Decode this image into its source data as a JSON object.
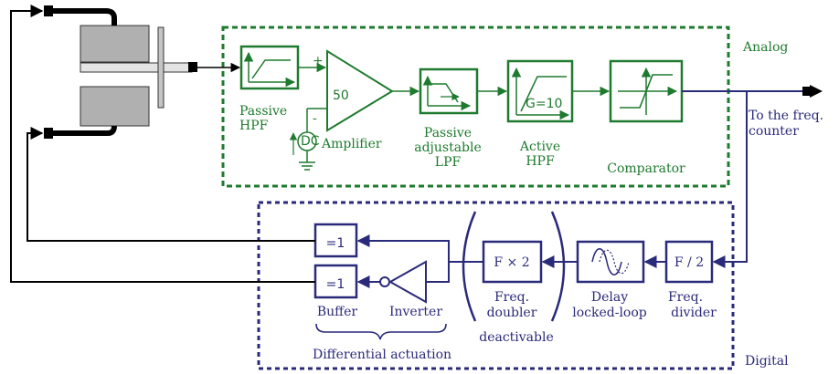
{
  "sections": {
    "analog_label": "Analog",
    "digital_label": "Digital"
  },
  "analog": {
    "passive_hpf": [
      "Passive",
      "HPF"
    ],
    "amplifier_gain": "50",
    "amplifier_label": "Amplifier",
    "plus_sign": "+",
    "minus_sign": "-",
    "dc_source": "DC",
    "passive_lpf": [
      "Passive",
      "adjustable",
      "LPF"
    ],
    "active_hpf": [
      "Active",
      "HPF"
    ],
    "active_hpf_gain": "G=10",
    "comparator": "Comparator"
  },
  "output": {
    "label": [
      "To the freq.",
      "counter"
    ]
  },
  "digital": {
    "buffer_symbol": "=1",
    "buffer_label": "Buffer",
    "inverter_label": "Inverter",
    "differential_label": "Differential actuation",
    "doubler_symbol": "F × 2",
    "doubler_label": [
      "Freq.",
      "doubler"
    ],
    "deactivable_label": "deactivable",
    "dll_label": [
      "Delay",
      "locked-loop"
    ],
    "divider_symbol": "F / 2",
    "divider_label": [
      "Freq.",
      "divider"
    ]
  },
  "colors": {
    "analog": "#1e7a2e",
    "digital": "#2a2a7a",
    "device": "#000000",
    "plate": "#b0b0b0"
  }
}
